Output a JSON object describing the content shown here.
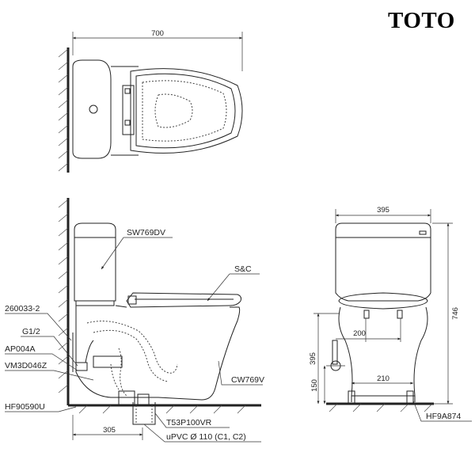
{
  "brand": "TOTO",
  "top_view": {
    "width_dim": "700"
  },
  "side_view": {
    "labels": {
      "tank": "SW769DV",
      "seat": "S&C",
      "bracket": "260033-2",
      "inlet_thread": "G1/2",
      "angle_valve": "AP004A",
      "hose": "VM3D046Z",
      "flange": "HF90590U",
      "bowl": "CW769V",
      "adapter": "T53P100VR",
      "pipe": "uPVC Ø 110 (C1, C2)"
    },
    "dims": {
      "rough_in": "305"
    }
  },
  "front_view": {
    "labels": {
      "fixing": "HF9A874"
    },
    "dims": {
      "width": "395",
      "height": "746",
      "inlet_height": "395",
      "inlet_offset": "150",
      "fix_spacing_upper": "200",
      "fix_spacing_lower": "210"
    }
  }
}
